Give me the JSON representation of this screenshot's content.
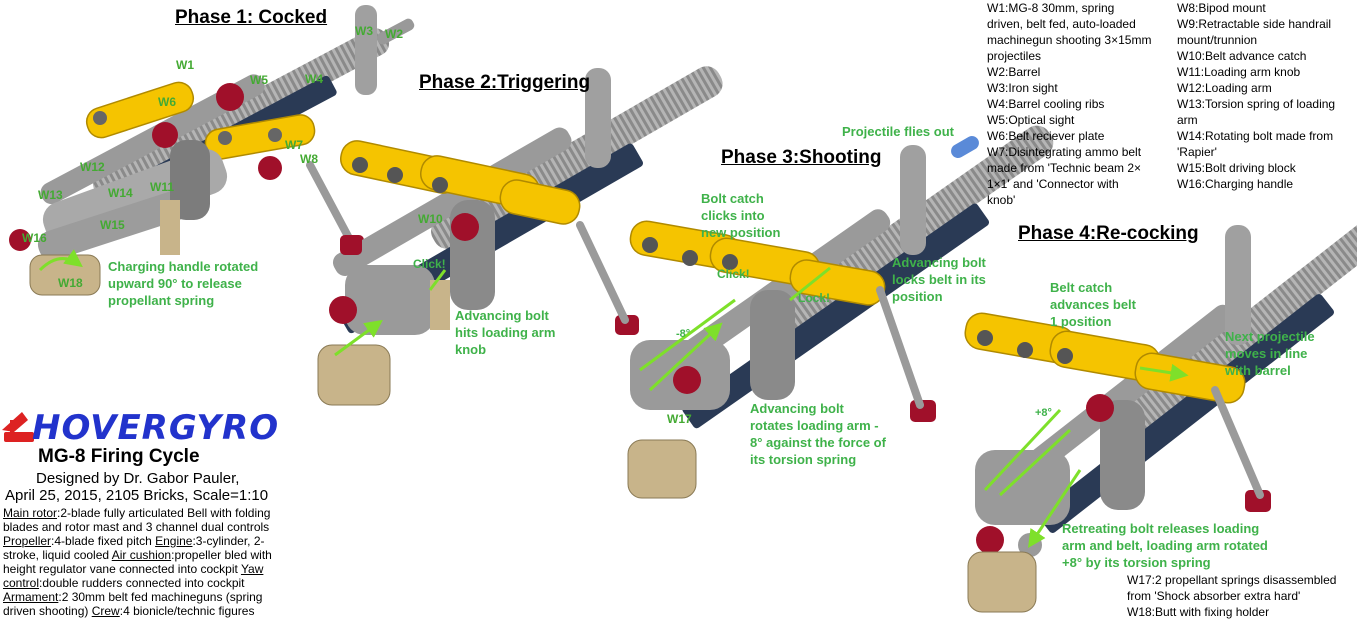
{
  "phases": {
    "p1": "Phase 1: Cocked",
    "p2": "Phase 2:Triggering",
    "p3": "Phase 3:Shooting",
    "p4": "Phase 4:Re-cocking"
  },
  "part_labels": {
    "w1": "W1",
    "w2": "W2",
    "w3": "W3",
    "w4": "W4",
    "w5": "W5",
    "w6": "W6",
    "w7": "W7",
    "w8": "W8",
    "w10": "W10",
    "w11": "W11",
    "w12": "W12",
    "w13": "W13",
    "w14": "W14",
    "w15": "W15",
    "w16": "W16",
    "w17": "W17",
    "w18": "W18"
  },
  "notes": {
    "charging_l1": "Charging handle rotated",
    "charging_l2": "upward 90° to release",
    "charging_l3": "propellant spring",
    "click1": "Click!",
    "bolt_hits_l1": "Advancing bolt",
    "bolt_hits_l2": "hits loading arm",
    "bolt_hits_l3": "knob",
    "projectile": "Projectile flies out",
    "catch_clicks_l1": "Bolt catch",
    "catch_clicks_l2": "clicks into",
    "catch_clicks_l3": "new position",
    "click2": "Click!",
    "lock": "Lock!",
    "locks_belt_l1": "Advancing bolt",
    "locks_belt_l2": "locks belt in its",
    "locks_belt_l3": "position",
    "rotates_l1": "Advancing bolt",
    "rotates_l2": "rotates loading arm -",
    "rotates_l3": "8° against the force of",
    "rotates_l4": "its torsion spring",
    "minus8": "-8°",
    "catch_adv_l1": "Belt catch",
    "catch_adv_l2": "advances belt",
    "catch_adv_l3": "1 position",
    "next_l1": "Next projectile",
    "next_l2": "moves in line",
    "next_l3": "with barrel",
    "plus8": "+8°",
    "retreat_l1": "Retreating bolt releases loading",
    "retreat_l2": "arm and belt, loading arm rotated",
    "retreat_l3": "+8° by its torsion spring"
  },
  "legend_left": [
    "W1:MG-8 30mm, spring",
    "driven, belt fed, auto-loaded",
    "machinegun shooting 3×15mm",
    "projectiles",
    "W2:Barrel",
    "W3:Iron sight",
    "W4:Barrel cooling ribs",
    "W5:Optical sight",
    "W6:Belt reciever plate",
    "W7:Disintegrating ammo belt",
    "made from 'Technic beam 2×",
    "1×1' and 'Connector with",
    "knob'"
  ],
  "legend_right": [
    "W8:Bipod mount",
    "W9:Retractable side handrail",
    "mount/trunnion",
    "W10:Belt advance catch",
    "W11:Loading arm knob",
    "W12:Loading arm",
    "W13:Torsion spring of loading",
    "arm",
    "W14:Rotating bolt made from",
    "'Rapier'",
    "W15:Bolt driving block",
    "W16:Charging handle"
  ],
  "legend_bottom": [
    "W17:2 propellant springs disassembled",
    "from 'Shock absorber extra hard'",
    "W18:Butt with fixing holder"
  ],
  "logo": {
    "text": "HOVERGYRO",
    "color": "#2233cc",
    "icon_color": "#dd2222"
  },
  "title": "MG-8 Firing Cycle",
  "credits": {
    "line1": "Designed by Dr. Gabor Pauler,",
    "line2": "April 25, 2015, 2105 Bricks, Scale=1:10"
  },
  "specs": [
    {
      "label": "Main rotor",
      "text": ":2-blade fully articulated Bell with folding blades and rotor mast and 3 channel dual controls "
    },
    {
      "label": "Propeller",
      "text": ":4-blade fixed pitch "
    },
    {
      "label": "Engine",
      "text": ":3-cylinder, 2-stroke, liquid cooled "
    },
    {
      "label": "Air cushion",
      "text": ":propeller bled with height regulator vane connected into cockpit "
    },
    {
      "label": "Yaw control",
      "text": ":double rudders connected into cockpit "
    },
    {
      "label": "Armament",
      "text": ":2 30mm belt fed machineguns (spring driven shooting) "
    },
    {
      "label": "Crew",
      "text": ":4 bionicle/technic figures"
    }
  ],
  "colors": {
    "annotation": "#3fb24a",
    "part_yellow": "#f5c400",
    "part_gray": "#a8a8a8",
    "part_dark": "#555555",
    "part_red": "#a0102a",
    "part_tan": "#c8b48a",
    "part_black": "#222222"
  }
}
